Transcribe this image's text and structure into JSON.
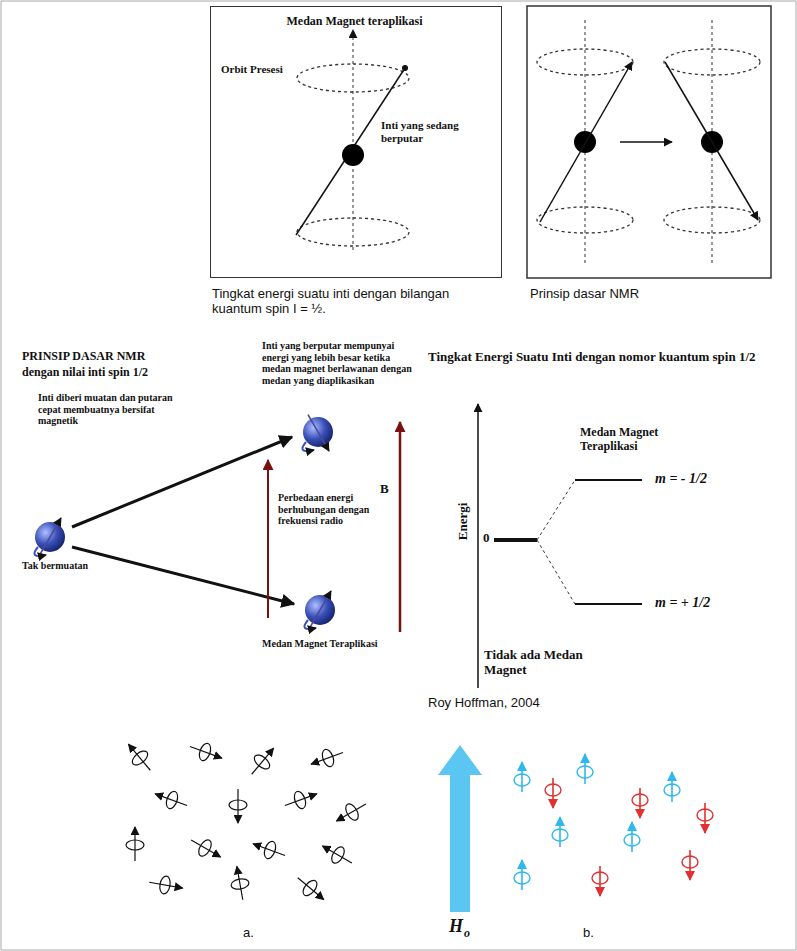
{
  "diagram": {
    "nodes": [
      {
        "text": [
          "Medan Magnet teraplikasi",
          "Orbit Presesi",
          "Inti yang sedang berputar"
        ]
      }
    ],
    "labels": [
      "Tingkat energi suatu inti dengan bilangan kuantum spin I = ½.",
      "Prinsip dasar NMR",
      "PRINSIP DASAR NMR",
      "dengan nilai inti spin 1/2",
      "Inti diberi muatan dan putaran cepat membuatnya bersifat magnetik",
      "Tak bermuatan",
      "Inti yang berputar mempunyai energi yang lebih besar ketika medan magnet berlawanan dengan medan yang diaplikasikan",
      "Perbedaan energi berhubungan dengan frekuensi radio",
      "B",
      "Medan Magnet Teraplikasi",
      "Tingkat Energi Suatu Inti dengan nomor kuantum spin 1/2",
      "Energi",
      "0",
      "Medan Magnet Teraplikasi",
      "m = - 1/2",
      "m = + 1/2",
      "Tidak ada Medan Magnet",
      "Roy Hoffman, 2004",
      "a.",
      "H",
      "o",
      "b."
    ]
  }
}
